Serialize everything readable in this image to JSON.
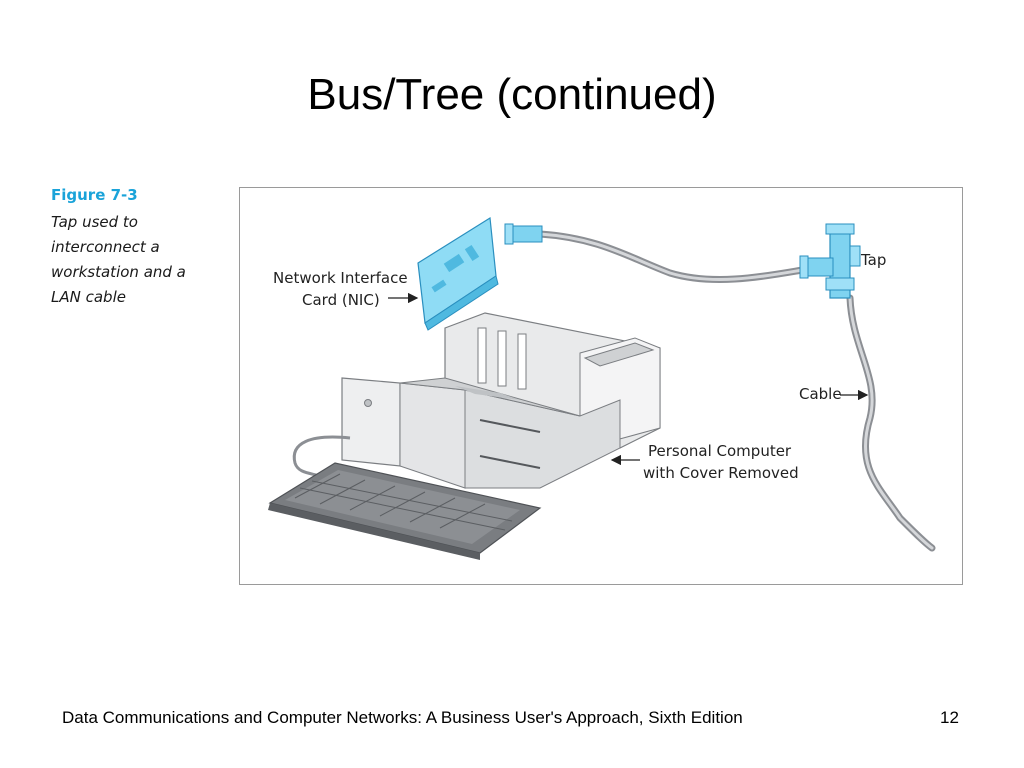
{
  "slide": {
    "title": "Bus/Tree (continued)",
    "footer": "Data Communications and Computer Networks: A Business User's Approach, Sixth Edition",
    "page_number": "12"
  },
  "figure": {
    "number": "Figure 7-3",
    "caption": "Tap used to\ninterconnect a\nworkstation and a\nLAN cable",
    "labels": {
      "nic_line1": "Network Interface",
      "nic_line2": "Card (NIC)",
      "tap": "Tap",
      "cable": "Cable",
      "pc_line1": "Personal Computer",
      "pc_line2": "with Cover Removed"
    }
  }
}
